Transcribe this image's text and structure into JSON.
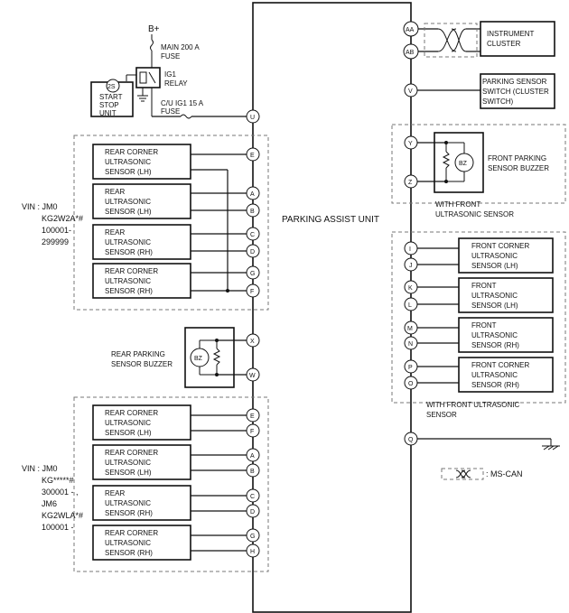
{
  "unit_label": "PARKING ASSIST UNIT",
  "power": {
    "bplus": "B+",
    "main_fuse": [
      "MAIN 200 A",
      "FUSE"
    ],
    "ig1_relay": [
      "IG1",
      "RELAY"
    ],
    "cu_fuse": [
      "C/U IG1 15 A",
      "FUSE"
    ],
    "start_stop": {
      "badge": "2S",
      "lines": [
        "START",
        "STOP",
        "UNIT"
      ]
    }
  },
  "pins": {
    "U": "U",
    "E": "E",
    "A": "A",
    "B": "B",
    "C": "C",
    "D": "D",
    "G": "G",
    "F": "F",
    "X": "X",
    "W": "W",
    "E2": "E",
    "F2": "F",
    "A2": "A",
    "B2": "B",
    "C2": "C",
    "D2": "D",
    "G2": "G",
    "H2": "H",
    "AA": "AA",
    "AB": "AB",
    "V": "V",
    "Y": "Y",
    "Z": "Z",
    "I": "I",
    "J": "J",
    "K": "K",
    "L": "L",
    "M": "M",
    "N": "N",
    "P": "P",
    "O": "O",
    "Q": "Q"
  },
  "left_group1": {
    "vin": [
      "VIN : JM0",
      "KG2W2A*#",
      "100001-",
      "299999"
    ],
    "sensors": [
      [
        "REAR CORNER",
        "ULTRASONIC",
        "SENSOR (LH)"
      ],
      [
        "REAR",
        "ULTRASONIC",
        "SENSOR (LH)"
      ],
      [
        "REAR",
        "ULTRASONIC",
        "SENSOR (RH)"
      ],
      [
        "REAR CORNER",
        "ULTRASONIC",
        "SENSOR (RH)"
      ]
    ]
  },
  "rear_buzzer": {
    "label": [
      "REAR PARKING",
      "SENSOR BUZZER"
    ],
    "symbol": "BZ"
  },
  "left_group2": {
    "vin": [
      "VIN : JM0",
      "KG*****#",
      "300001 - ,",
      "JM6",
      "KG2WLA*#",
      "100001 -"
    ],
    "sensors": [
      [
        "REAR CORNER",
        "ULTRASONIC",
        "SENSOR (LH)"
      ],
      [
        "REAR CORNER",
        "ULTRASONIC",
        "SENSOR (LH)"
      ],
      [
        "REAR",
        "ULTRASONIC",
        "SENSOR (RH)"
      ],
      [
        "REAR CORNER",
        "ULTRASONIC",
        "SENSOR (RH)"
      ]
    ]
  },
  "right": {
    "instrument_cluster": [
      "INSTRUMENT",
      "CLUSTER"
    ],
    "parking_switch": [
      "PARKING SENSOR",
      "SWITCH (CLUSTER",
      "SWITCH)"
    ],
    "front_buzzer": {
      "label": [
        "FRONT PARKING",
        "SENSOR BUZZER"
      ],
      "symbol": "BZ",
      "note": [
        "WITH FRONT",
        "ULTRASONIC SENSOR"
      ]
    },
    "front_sensors": [
      [
        "FRONT CORNER",
        "ULTRASONIC",
        "SENSOR (LH)"
      ],
      [
        "FRONT",
        "ULTRASONIC",
        "SENSOR (LH)"
      ],
      [
        "FRONT",
        "ULTRASONIC",
        "SENSOR (RH)"
      ],
      [
        "FRONT CORNER",
        "ULTRASONIC",
        "SENSOR (RH)"
      ]
    ],
    "front_sensors_note": [
      "WITH FRONT ULTRASONIC",
      "SENSOR"
    ]
  },
  "legend": {
    "label": ": MS-CAN"
  }
}
